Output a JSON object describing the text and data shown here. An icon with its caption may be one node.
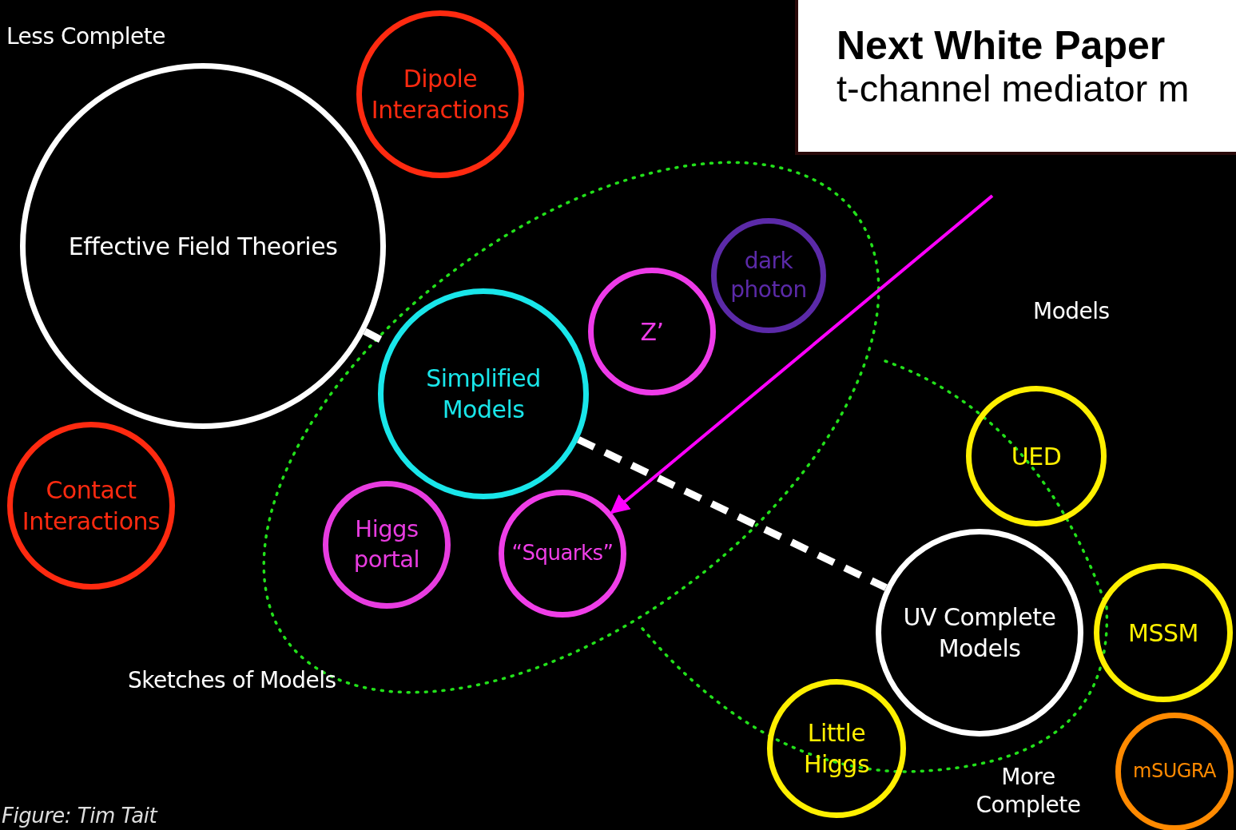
{
  "diagram": {
    "nodes": [
      {
        "text": [
          "Effective Field Theories"
        ]
      },
      {
        "text": [
          "Dipole Interactions"
        ]
      },
      {
        "text": [
          "Contact Interactions"
        ]
      },
      {
        "text": [
          "Sketches of Models"
        ]
      },
      {
        "text": [
          "Simplified Models"
        ],
        "in": 3
      },
      {
        "text": [
          "Z’"
        ],
        "in": 3
      },
      {
        "text": [
          "dark photon"
        ],
        "in": 3
      },
      {
        "text": [
          "Higgs portal"
        ],
        "in": 3
      },
      {
        "text": [
          "“Squarks”"
        ],
        "in": 3
      },
      {
        "text": [
          "UED"
        ]
      },
      {
        "text": [
          "UV Complete Models"
        ]
      },
      {
        "text": [
          "MSSM"
        ]
      },
      {
        "text": [
          "Little Higgs"
        ]
      },
      {
        "text": [
          "mSUGRA"
        ]
      },
      {
        "text": [
          "Next White Paper",
          "t-channel mediator m"
        ]
      }
    ],
    "edges": [
      {
        "from": 0,
        "to": 4,
        "arrow": "none",
        "style": "dashed"
      },
      {
        "from": 4,
        "to": 10,
        "arrow": "none",
        "style": "dashed"
      },
      {
        "from": null,
        "to": 8,
        "arrow": "to",
        "color": "#ff00ff"
      }
    ],
    "labels": [
      "Less Complete",
      "Models",
      "More Complete",
      "Figure: Tim Tait"
    ]
  }
}
